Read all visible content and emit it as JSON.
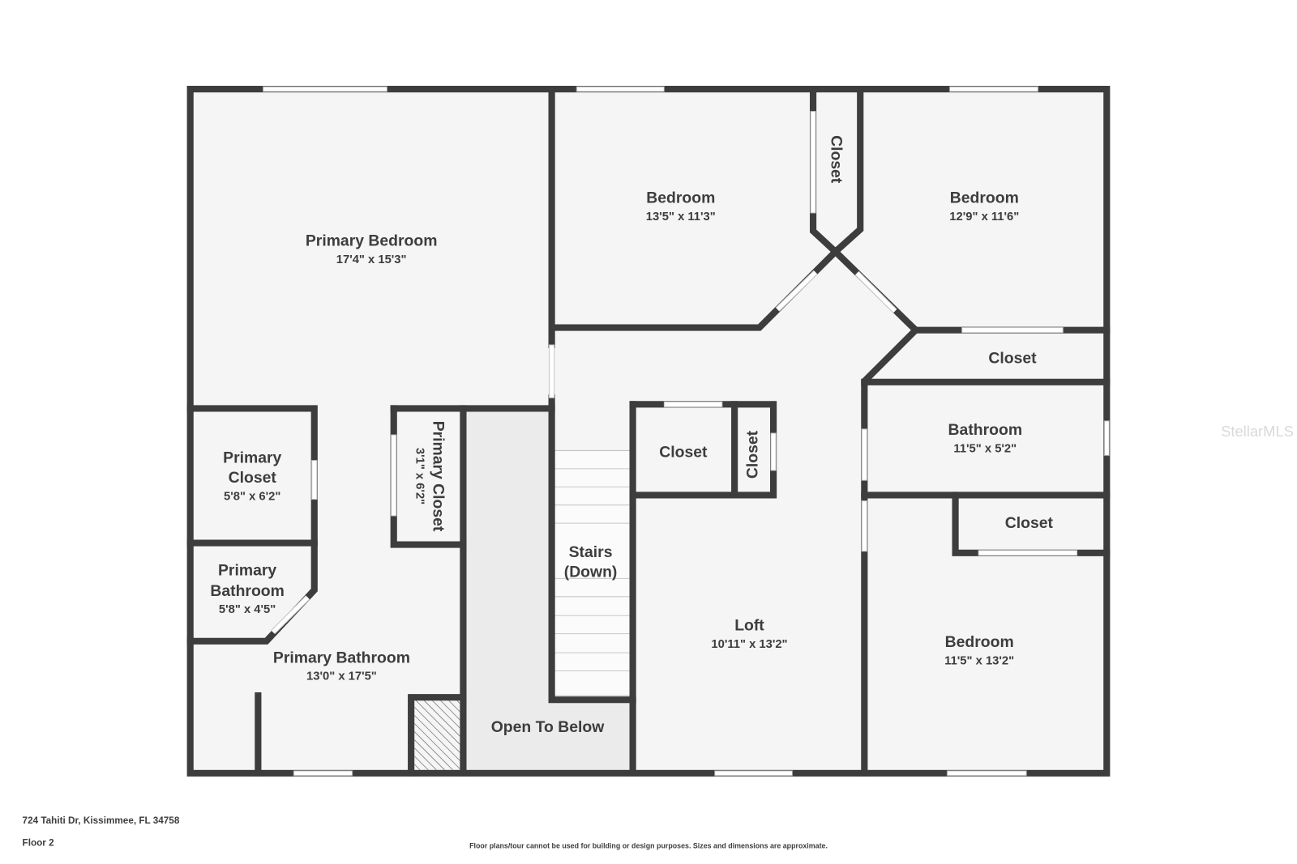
{
  "colors": {
    "wall": "#3d3d3d",
    "floor": "#f5f5f5",
    "open_area": "#ebebeb",
    "text": "#3d3d3d",
    "watermark": "#d9d9d9"
  },
  "plan": {
    "rooms": {
      "primary_bedroom": {
        "name": "Primary Bedroom",
        "dims": "17'4\" x 15'3\""
      },
      "bedroom_top_middle": {
        "name": "Bedroom",
        "dims": "13'5\" x 11'3\""
      },
      "closet_top": {
        "name": "Closet"
      },
      "bedroom_top_right": {
        "name": "Bedroom",
        "dims": "12'9\" x 11'6\""
      },
      "closet_right_upper": {
        "name": "Closet"
      },
      "bathroom": {
        "name": "Bathroom",
        "dims": "11'5\" x 5'2\""
      },
      "closet_right_lower": {
        "name": "Closet"
      },
      "bedroom_bottom_right": {
        "name": "Bedroom",
        "dims": "11'5\" x 13'2\""
      },
      "loft": {
        "name": "Loft",
        "dims": "10'11\" x 13'2\""
      },
      "closet_loft": {
        "name": "Closet"
      },
      "closet_loft_small": {
        "name": "Closet"
      },
      "stairs": {
        "line1": "Stairs",
        "line2": "(Down)"
      },
      "open_to_below": {
        "name": "Open To Below"
      },
      "primary_bathroom": {
        "name": "Primary Bathroom",
        "dims": "13'0\" x 17'5\""
      },
      "primary_bathroom_small": {
        "line1": "Primary",
        "line2": "Bathroom",
        "dims": "5'8\" x 4'5\""
      },
      "primary_closet_left": {
        "line1": "Primary",
        "line2": "Closet",
        "dims": "5'8\" x 6'2\""
      },
      "primary_closet_right": {
        "name": "Primary Closet",
        "dims": "3'1\" x 6'2\""
      }
    }
  },
  "footer": {
    "address": "724 Tahiti Dr, Kissimmee, FL 34758",
    "floor": "Floor 2",
    "disclaimer": "Floor plans/tour cannot be used for building or design purposes. Sizes and dimensions are approximate."
  },
  "watermark": "StellarMLS"
}
